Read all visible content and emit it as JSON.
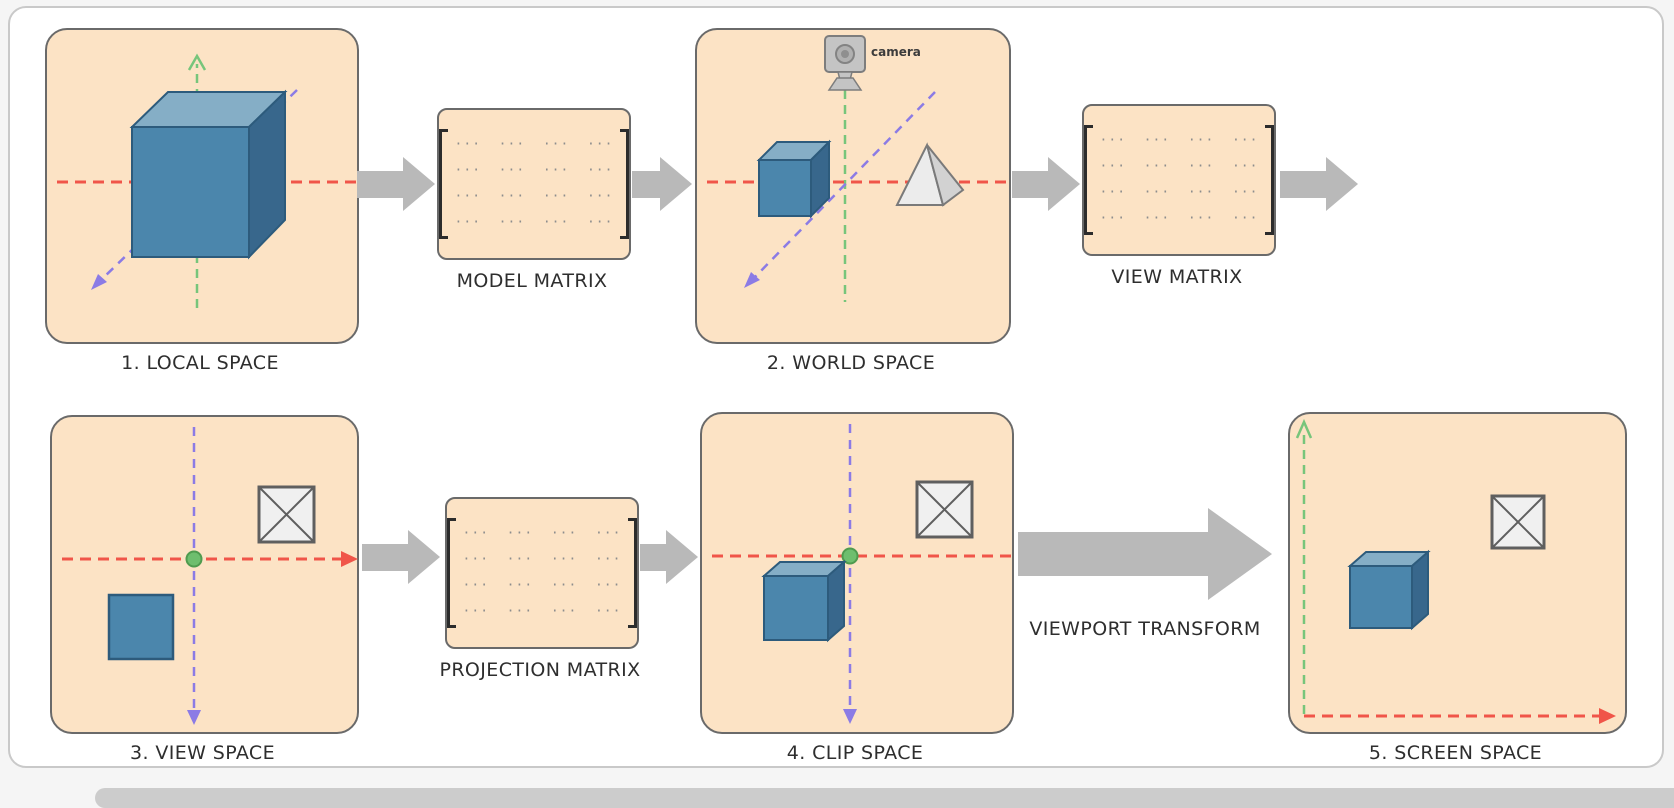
{
  "panels": {
    "local": {
      "label": "1. LOCAL SPACE"
    },
    "world": {
      "label": "2. WORLD SPACE",
      "camera_label": "camera"
    },
    "view": {
      "label": "3. VIEW SPACE"
    },
    "clip": {
      "label": "4. CLIP SPACE"
    },
    "screen": {
      "label": "5. SCREEN SPACE"
    }
  },
  "matrices": {
    "model": {
      "label": "MODEL MATRIX"
    },
    "view": {
      "label": "VIEW MATRIX"
    },
    "projection": {
      "label": "PROJECTION MATRIX"
    },
    "rows": [
      "···  ···  ···  ···",
      "···  ···  ···  ···",
      "···  ···  ···  ···",
      "···  ···  ···  ···"
    ]
  },
  "transforms": {
    "viewport": "VIEWPORT TRANSFORM"
  },
  "colors": {
    "panel_bg": "#fce3c5",
    "panel_border": "#6a6a6a",
    "arrow_gray": "#b9b9b9",
    "axis_red": "#f05549",
    "axis_green": "#77c57b",
    "axis_purple": "#8b7be5",
    "cube_front": "#4b86ac",
    "cube_top": "#85aec6",
    "cube_side": "#38678c"
  }
}
